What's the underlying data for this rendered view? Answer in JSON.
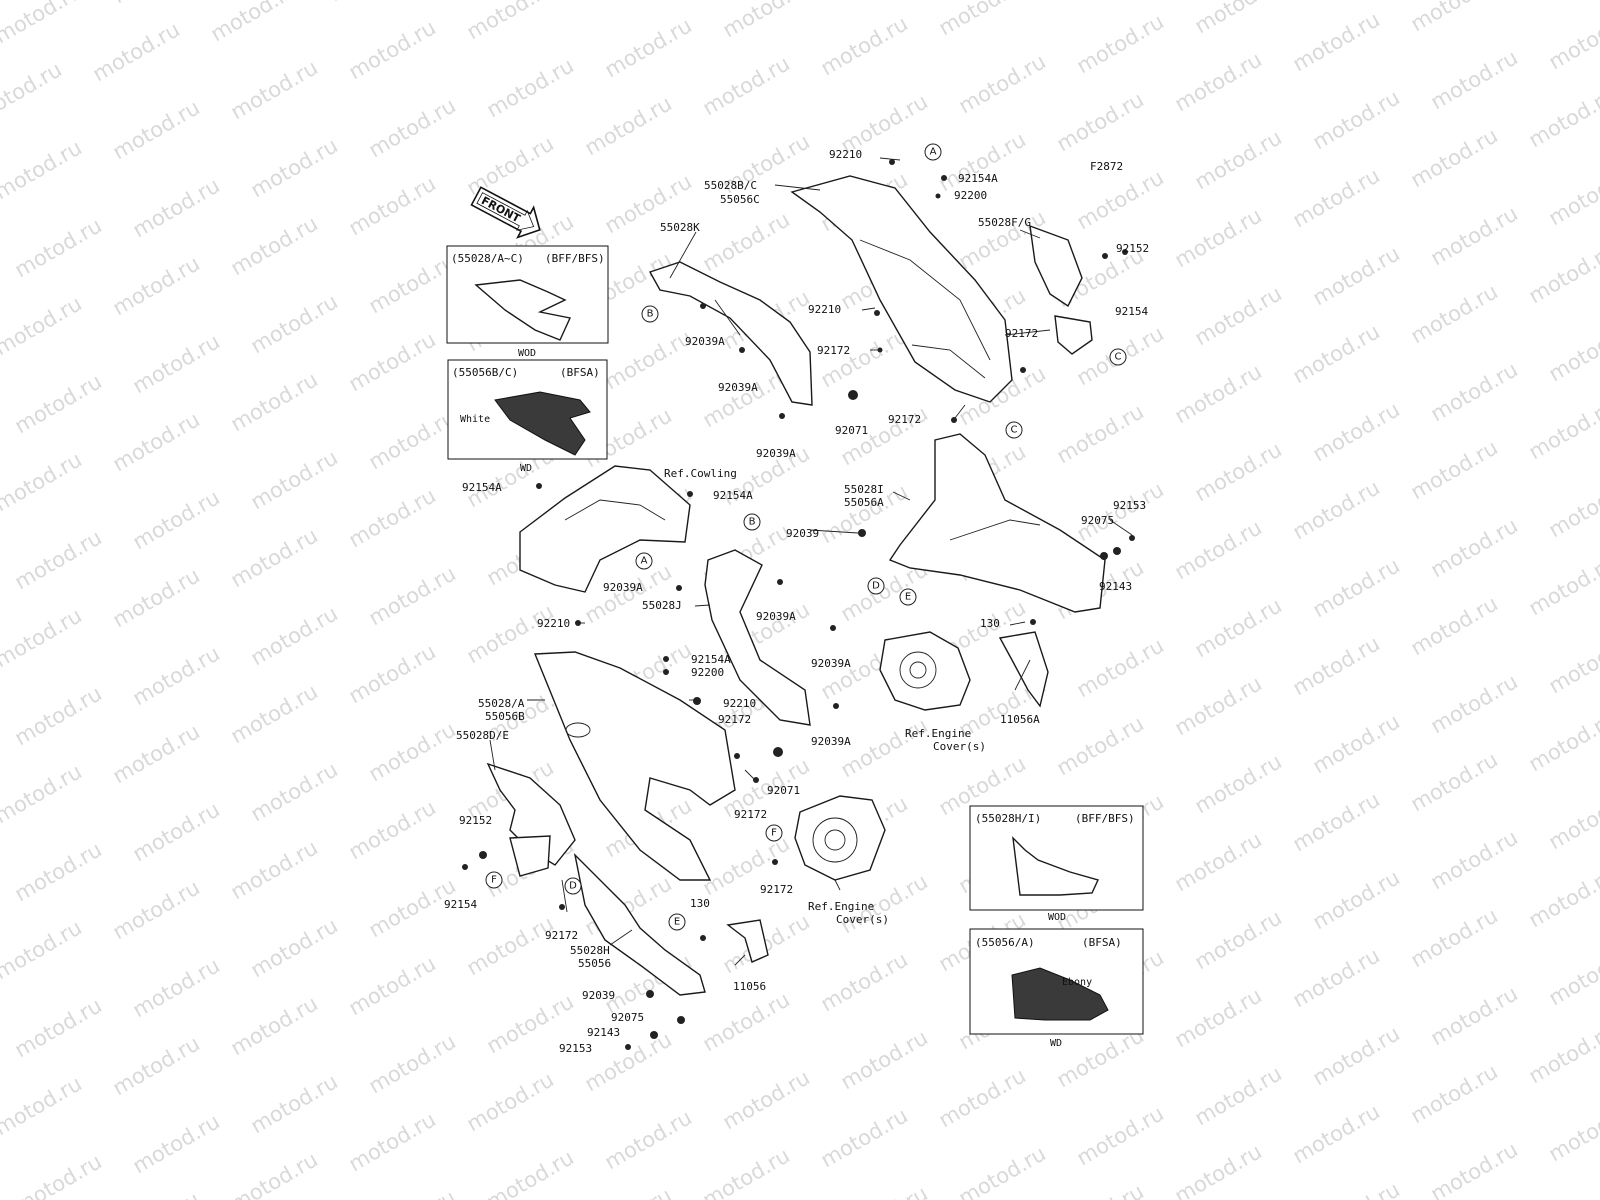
{
  "figure_code": "F2872",
  "front_arrow_label": "FRONT",
  "watermark": "motod.ru",
  "callout_letters": [
    "A",
    "B",
    "C",
    "D",
    "E",
    "F"
  ],
  "insets": [
    {
      "title": "(55028/A~C)",
      "tag": "(BFF/BFS)",
      "caption": "WOD",
      "note": ""
    },
    {
      "title": "(55056B/C)",
      "tag": "(BFSA)",
      "caption": "WD",
      "note": "White"
    },
    {
      "title": "(55028H/I)",
      "tag": "(BFF/BFS)",
      "caption": "WOD",
      "note": ""
    },
    {
      "title": "(55056/A)",
      "tag": "(BFSA)",
      "caption": "WD",
      "note": "Ebony"
    }
  ],
  "labels": {
    "l01": "92210",
    "l02": "55028B/C",
    "l03": "55056C",
    "l04": "92154A",
    "l05": "92200",
    "l06": "55028K",
    "l07": "55028F/G",
    "l08": "92152",
    "l09": "92154",
    "l10": "92210",
    "l11": "92039A",
    "l12": "92172",
    "l13": "92172",
    "l14": "92039A",
    "l15": "92071",
    "l16": "92172",
    "l17": "92039A",
    "l18": "Ref.Cowling",
    "l19": "92154A",
    "l20": "92154A",
    "l21": "55028I",
    "l22": "55056A",
    "l23": "92153",
    "l24": "92039",
    "l25": "92075",
    "l26": "92143",
    "l27": "92039A",
    "l28": "55028J",
    "l29": "92039A",
    "l30": "92210",
    "l31": "130",
    "l32": "92039A",
    "l33": "92154A",
    "l34": "92200",
    "l35": "55028/A",
    "l36": "55056B",
    "l37": "92210",
    "l38": "92172",
    "l39": "11056A",
    "l40": "Ref.Engine",
    "l41": "Cover(s)",
    "l42": "92039A",
    "l43": "55028D/E",
    "l44": "92071",
    "l45": "92172",
    "l46": "92152",
    "l47": "92172",
    "l48": "92154",
    "l49": "130",
    "l50": "Ref.Engine",
    "l51": "Cover(s)",
    "l52": "92172",
    "l53": "55028H",
    "l54": "55056",
    "l55": "11056",
    "l56": "92039",
    "l57": "92075",
    "l58": "92143",
    "l59": "92153"
  }
}
